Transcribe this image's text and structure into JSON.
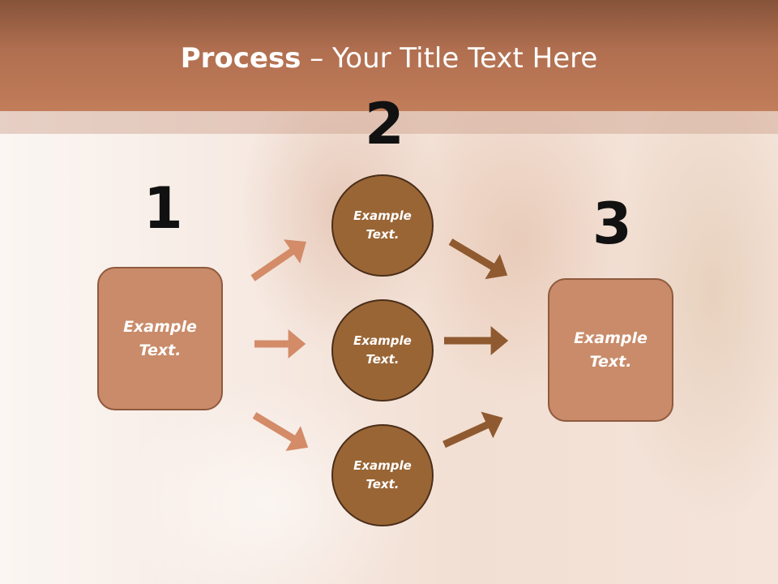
{
  "title": {
    "bold": "Process",
    "rest": " – Your Title Text Here"
  },
  "steps": [
    {
      "number": "1",
      "label": "Example\nText."
    },
    {
      "number": "2",
      "label": "Example\nText."
    },
    {
      "number": "3",
      "label": "Example\nText."
    }
  ],
  "circles": [
    {
      "label": "Example\nText."
    },
    {
      "label": "Example\nText."
    },
    {
      "label": "Example\nText."
    }
  ],
  "colors": {
    "header": "#b06f50",
    "box_fill": "#c98b69",
    "circle_fill": "#9a6535",
    "arrow_light": "#d38b68",
    "arrow_dark": "#8f5a30"
  }
}
